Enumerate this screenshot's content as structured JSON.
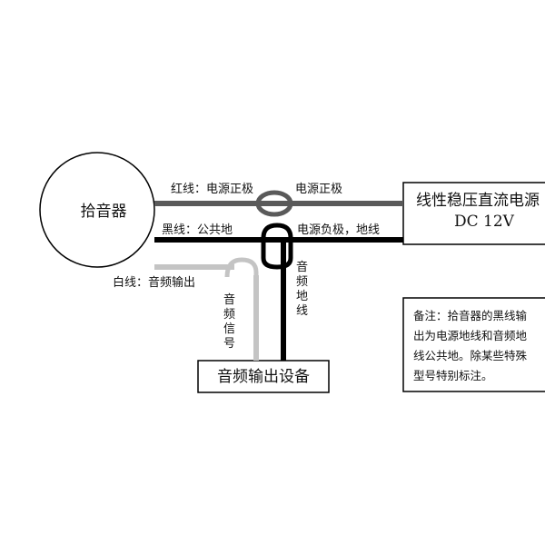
{
  "diagram": {
    "pickup": {
      "label": "拾音器"
    },
    "power_supply": {
      "line1": "线性稳压直流电源",
      "line2": "DC 12V"
    },
    "audio_device": {
      "label": "音频输出设备"
    },
    "wires": {
      "red": {
        "label": "红线：电源正极",
        "color": "#5a5a5a"
      },
      "black": {
        "label": "黑线：公共地",
        "color": "#000000"
      },
      "white": {
        "label": "白线：音频输出",
        "color": "#c4c4c4"
      }
    },
    "power_labels": {
      "positive": "电源正极",
      "negative": "电源负极，地线"
    },
    "vertical_labels": {
      "audio_ground": [
        "音",
        "频",
        "地",
        "线"
      ],
      "audio_signal": [
        "音",
        "频",
        "信",
        "号"
      ]
    },
    "note": {
      "lines": [
        "备注：拾音器的黑线输",
        "出为电源地线和音频地",
        "线公共地。除某些特殊",
        "型号特别标注。"
      ]
    }
  }
}
